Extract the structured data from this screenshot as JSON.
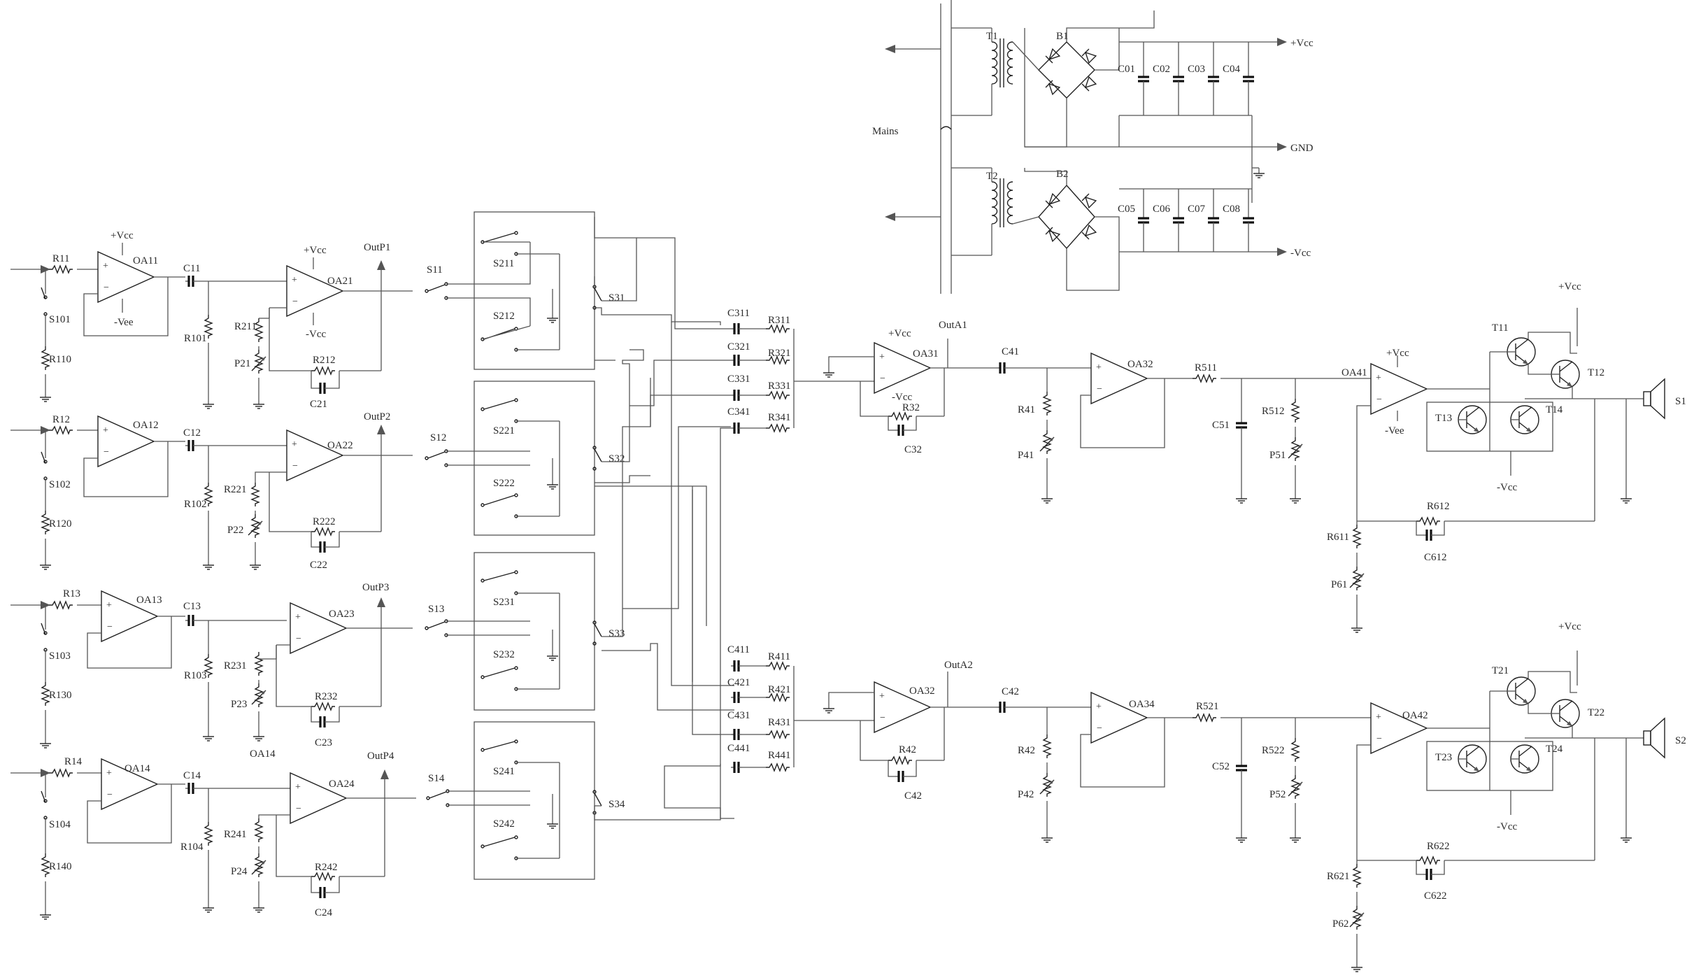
{
  "colors": {
    "wire": "#555555",
    "text": "#2b2b2b",
    "background": "#ffffff"
  },
  "power": {
    "mains": "Mains",
    "t1": "T1",
    "t2": "T2",
    "b1": "B1",
    "b2": "B2",
    "vcc_pos": "+Vcc",
    "gnd": "GND",
    "vcc_neg": "-Vcc",
    "caps_top": [
      "C01",
      "C02",
      "C03",
      "C04"
    ],
    "caps_bottom": [
      "C05",
      "C06",
      "C07",
      "C08"
    ]
  },
  "inputs": [
    {
      "r_in": "R11",
      "oa1": "OA11",
      "c": "C11",
      "r_gnd": "R101",
      "s1": "S101",
      "r_s": "R110",
      "oa2": "OA21",
      "r2": "R211",
      "p2": "P21",
      "r_fb": "R212",
      "c_fb": "C21",
      "outp": "OutP1",
      "sw": "S11",
      "sa": "S211",
      "sb": "S212",
      "s3": "S31"
    },
    {
      "r_in": "R12",
      "oa1": "OA12",
      "c": "C12",
      "r_gnd": "R102",
      "s1": "S102",
      "r_s": "R120",
      "oa2": "OA22",
      "r2": "R221",
      "p2": "P22",
      "r_fb": "R222",
      "c_fb": "C22",
      "outp": "OutP2",
      "sw": "S12",
      "sa": "S221",
      "sb": "S222",
      "s3": "S32"
    },
    {
      "r_in": "R13",
      "oa1": "OA13",
      "c": "C13",
      "r_gnd": "R103",
      "s1": "S103",
      "r_s": "R130",
      "oa2": "OA23",
      "r2": "R231",
      "p2": "P23",
      "r_fb": "R232",
      "c_fb": "C23",
      "outp": "OutP3",
      "sw": "S13",
      "sa": "S231",
      "sb": "S232",
      "s3": "S33"
    },
    {
      "r_in": "R14",
      "oa1": "OA14",
      "c": "C14",
      "r_gnd": "R104",
      "s1": "S104",
      "r_s": "R140",
      "oa2": "OA24",
      "r2": "R241",
      "p2": "P24",
      "r_fb": "R242",
      "c_fb": "C24",
      "outp": "OutP4",
      "sw": "S14",
      "sa": "S241",
      "sb": "S242",
      "s3": "S34"
    }
  ],
  "supply_labels": {
    "oa11_pos": "+Vcc",
    "oa11_neg": "-Vee",
    "oa21_pos": "+Vcc",
    "oa21_neg": "-Vcc",
    "oa14_extra": "OA14"
  },
  "mixers": [
    {
      "caps": [
        "C311",
        "C321",
        "C331",
        "C341"
      ],
      "res": [
        "R311",
        "R321",
        "R331",
        "R341"
      ],
      "oa": "OA31",
      "r_fb": "R32",
      "c_fb": "C32",
      "out": "OutA1",
      "pos": "+Vcc",
      "neg": "-Vcc"
    },
    {
      "caps": [
        "C411",
        "C421",
        "C431",
        "C441"
      ],
      "res": [
        "R411",
        "R421",
        "R431",
        "R441"
      ],
      "oa": "OA32",
      "r_fb": "R42",
      "c_fb": "C42",
      "out": "OutA2",
      "pos": "",
      "neg": ""
    }
  ],
  "channels": [
    {
      "c": "C41",
      "oa": "OA32",
      "r": "R41",
      "p": "P41",
      "r5": "R511",
      "c5": "C51",
      "r5b": "R512",
      "p5": "P51",
      "oa4": "OA41",
      "oa4_pos": "+Vcc",
      "oa4_neg": "-Vee",
      "ta": "T11",
      "tb": "T12",
      "tc": "T13",
      "td": "T14",
      "vpos": "+Vcc",
      "vneg": "-Vcc",
      "r6": "R611",
      "p6": "P61",
      "r6fb": "R612",
      "c6fb": "C612",
      "spk": "S1"
    },
    {
      "c": "C42",
      "oa": "OA34",
      "r": "R42",
      "p": "P42",
      "r5": "R521",
      "c5": "C52",
      "r5b": "R522",
      "p5": "P52",
      "oa4": "OA42",
      "oa4_pos": "",
      "oa4_neg": "",
      "ta": "T21",
      "tb": "T22",
      "tc": "T23",
      "td": "T24",
      "vpos": "+Vcc",
      "vneg": "-Vcc",
      "r6": "R621",
      "p6": "P62",
      "r6fb": "R622",
      "c6fb": "C622",
      "spk": "S2"
    }
  ]
}
